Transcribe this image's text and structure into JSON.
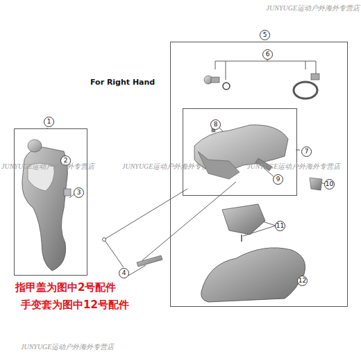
{
  "diagram": {
    "nodes": [
      {
        "text": [
          "1"
        ]
      },
      {
        "text": [
          "5"
        ]
      },
      {
        "text": [
          "7"
        ],
        "in": 1
      }
    ],
    "labels": [
      "JUNYUGE运动户外海外专营店",
      "For Right Hand",
      "2",
      "3",
      "4",
      "6",
      "8",
      "9",
      "10",
      "11",
      "12",
      "JUNYUGE运动户外海外专营店",
      "JUNYUGE运动户外海外专营店",
      "JUNYUGE运动户外海外专营店",
      "指甲盖为图中2号配件",
      "手变套为图中12号配件",
      "JUNYUGE运动户外海外专营店"
    ]
  }
}
